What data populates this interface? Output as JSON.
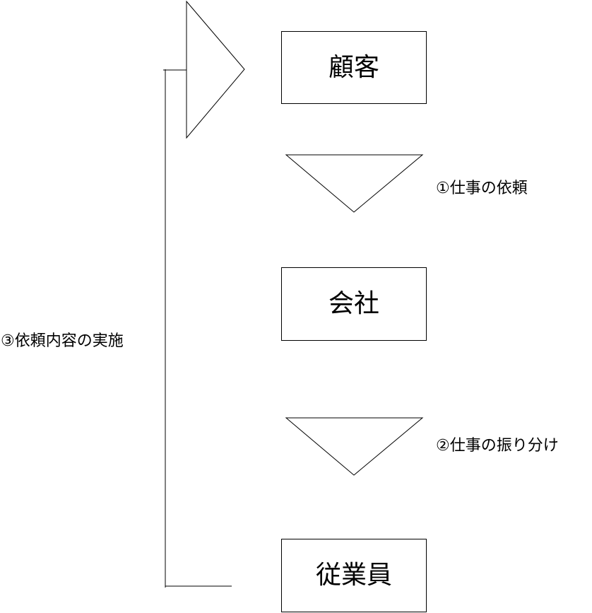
{
  "nodes": {
    "customer": "顧客",
    "company": "会社",
    "employee": "従業員"
  },
  "edges": {
    "request": "①仕事の依頼",
    "assign": "②仕事の振り分け",
    "perform": "③依頼内容の実施"
  },
  "colors": {
    "stroke": "#000000",
    "background": "#ffffff"
  }
}
